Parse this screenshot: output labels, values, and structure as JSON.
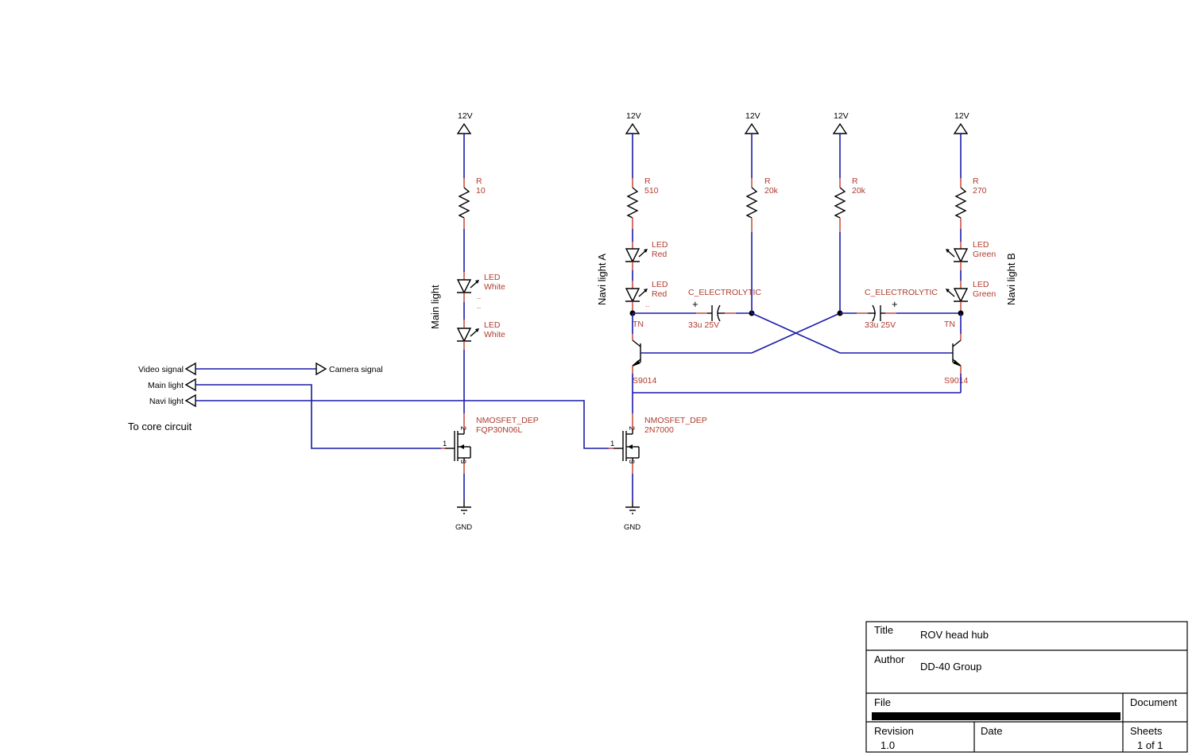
{
  "power": {
    "vcc": "12V",
    "gnd": "GND"
  },
  "net_labels": {
    "main_light": "Main light",
    "navi_light_a": "Navi light A",
    "navi_light_b": "Navi light B",
    "to_core": "To core circuit"
  },
  "ports": {
    "video_signal": "Video signal",
    "camera_signal": "Camera signal",
    "main_light": "Main light",
    "navi_light": "Navi light"
  },
  "components": {
    "r_main": {
      "ref": "R",
      "value": "10"
    },
    "r_a": {
      "ref": "R",
      "value": "510"
    },
    "r_b1": {
      "ref": "R",
      "value": "20k"
    },
    "r_b2": {
      "ref": "R",
      "value": "20k"
    },
    "r_c": {
      "ref": "R",
      "value": "270"
    },
    "led_main_1": {
      "ref": "LED",
      "value": "White",
      "extra": "..",
      "extra2": ".."
    },
    "led_main_2": {
      "ref": "LED",
      "value": "White"
    },
    "led_a_1": {
      "ref": "LED",
      "value": "Red"
    },
    "led_a_2": {
      "ref": "LED",
      "value": "Red",
      "extra": ".."
    },
    "led_b_1": {
      "ref": "LED",
      "value": "Green"
    },
    "led_b_2": {
      "ref": "LED",
      "value": "Green"
    },
    "cap_1": {
      "ref": "C_ELECTROLYTIC",
      "value": "33u 25V",
      "plus": "+"
    },
    "cap_2": {
      "ref": "C_ELECTROLYTIC",
      "value": "33u 25V",
      "plus": "+"
    },
    "q_left": {
      "ref": "TN",
      "value": "S9014"
    },
    "q_right": {
      "ref": "TN",
      "value": "S9014"
    },
    "m_main": {
      "ref": "NMOSFET_DEP",
      "value": "FQP30N06L",
      "pin_g": "1",
      "pin_d": "2",
      "pin_s": "3"
    },
    "m_navi": {
      "ref": "NMOSFET_DEP",
      "value": "2N7000",
      "pin_g": "1",
      "pin_d": "2",
      "pin_s": "3"
    }
  },
  "title_block": {
    "title_label": "Title",
    "title_value": "ROV head hub",
    "author_label": "Author",
    "author_value": "DD-40 Group",
    "file_label": "File",
    "document_label": "Document",
    "revision_label": "Revision",
    "revision_value": "1.0",
    "date_label": "Date",
    "sheets_label": "Sheets",
    "sheets_value": "1 of 1"
  },
  "colors": {
    "wire": "#1a1aa8",
    "pin": "#c0392b",
    "label_red": "#b03a2e",
    "symbol": "#000000"
  }
}
